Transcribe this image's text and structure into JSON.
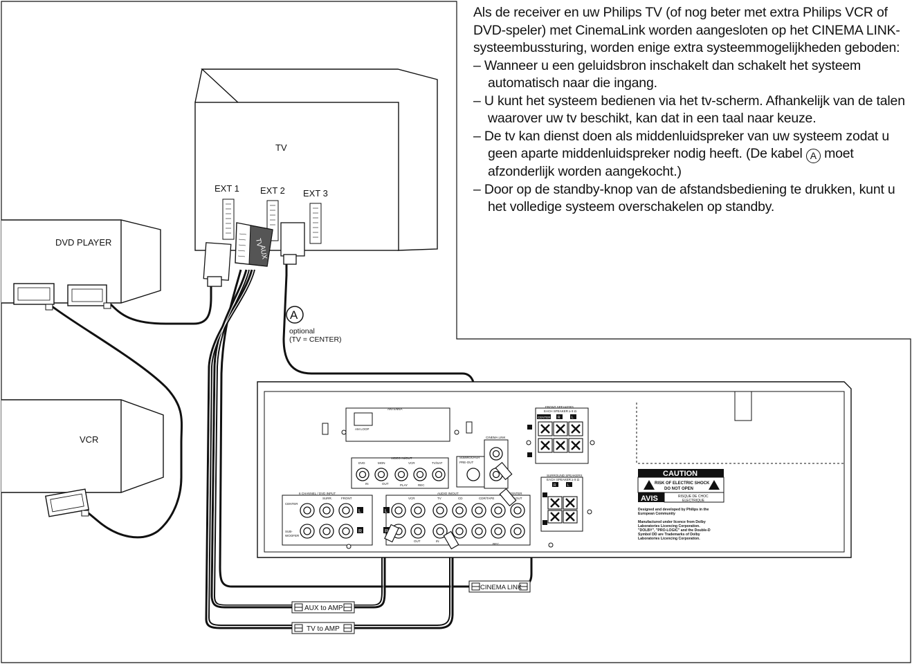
{
  "intro": "Als de receiver en uw Philips TV (of nog beter met extra Philips VCR of DVD-speler) met CinemaLink worden aangesloten op het CINEMA LINK-systeembussturing, worden enige extra systeemmogelijkheden geboden:",
  "bullets": [
    "– Wanneer u een geluidsbron inschakelt dan schakelt het systeem automatisch naar die ingang.",
    "– U kunt het systeem bedienen via het tv-scherm. Afhankelijk van de talen waarover uw tv beschikt, kan dat in een taal naar keuze.",
    "– De tv kan dienst doen als middenluidspreker van uw systeem zodat u geen aparte middenluidspreker nodig heeft.",
    "– Door op de standby-knop van de afstandsbediening te drukken, kunt u het volledige systeem overschakelen op standby."
  ],
  "bullet3_note_pre": "(De kabel ",
  "bullet3_note_symbol": "A",
  "bullet3_note_post": " moet afzonderlijk worden aangekocht.)",
  "diagram": {
    "tv_label": "TV",
    "ext1": "EXT 1",
    "ext2": "EXT 2",
    "ext3": "EXT 3",
    "scart_tv": "TV",
    "scart_aux": "AUX",
    "dvd_label": "DVD PLAYER",
    "vcr_label": "VCR",
    "cable_a_symbol": "A",
    "optional_line1": "optional",
    "optional_line2": "(TV = CENTER)",
    "aux_to_amp": "AUX to AMP",
    "tv_to_amp": "TV to AMP",
    "cinema_link_cable": "CINEMA LINK",
    "receiver": {
      "antenna": "ANTENNA",
      "am_loop": "AM LOOP",
      "video_inout": "VIDEO IN/OUT",
      "dvd": "DVD",
      "mon": "MON",
      "vcr": "VCR",
      "tvsat": "TV/SAT",
      "in": "IN",
      "out": "OUT",
      "play": "PLAY",
      "rec": "REC",
      "subwoofer_label": "SUBWOOFER",
      "pre_out": "PRE-OUT",
      "cinema_link": "CINEMA LINK",
      "front_speakers": "FRONT SPEAKERS",
      "each_speaker": "EACH SPEAKER ≥ 8 Ω",
      "surround_speakers": "SURROUND SPEAKERS",
      "center": "CENTER",
      "r": "R",
      "l": "L",
      "ch6_input": "6 CHANNEL / DVD INPUT",
      "surr": "SURR.",
      "front": "FRONT",
      "sub": "SUB-",
      "woofer": "WOOFER",
      "audio_inout": "AUDIO IN/OUT",
      "tv": "TV",
      "cd": "CD",
      "cdr_tape": "CDR/TAPE",
      "center_out": "CENTER",
      "tv_out": "TV-OUT",
      "caution": "CAUTION",
      "risk1": "RISK OF ELECTRIC SHOCK",
      "risk2": "DO NOT OPEN",
      "avis": "AVIS",
      "avis_text1": "RISQUE DE CHOC",
      "avis_text2": "ELECTRIQUE",
      "designed1": "Designed and developed by Philips in the",
      "designed2": "European Community",
      "manu1": "Manufactured under licence from Dolby",
      "manu2": "Laboratories Licencing Corporation.",
      "manu3": "\"DOLBY\", \"PRO-LOGIC\" and the Double-D",
      "manu4": "Symbol DD are Trademarks of Dolby",
      "manu5": "Laboratories Licencing Corporation."
    }
  },
  "colors": {
    "line": "#111111",
    "white": "#ffffff",
    "caution_bg": "#111111"
  }
}
